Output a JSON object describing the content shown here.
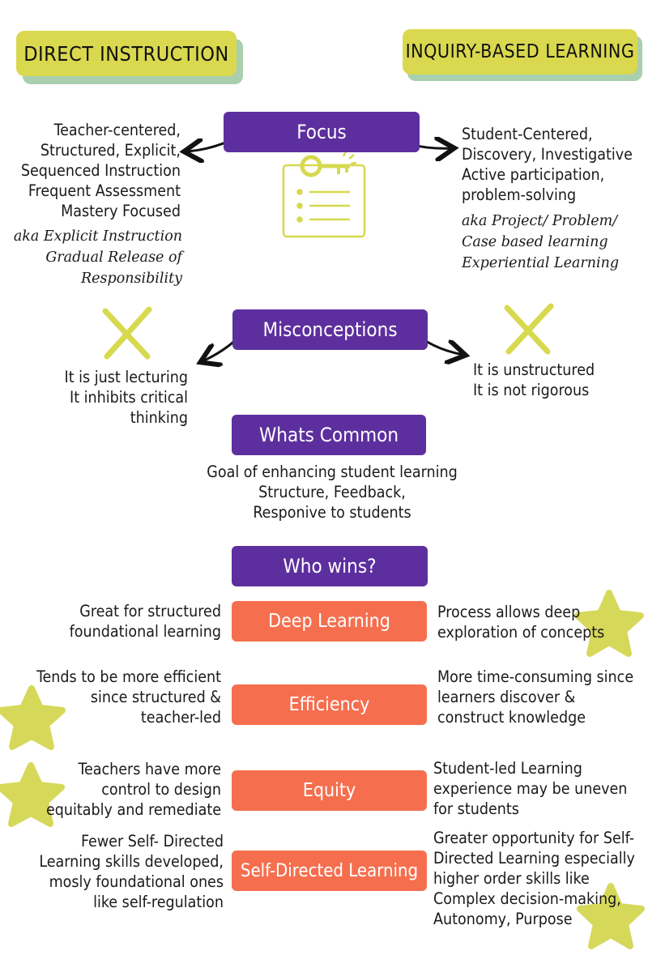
{
  "titles": {
    "left": "DIRECT INSTRUCTION",
    "right": "INQUIRY-BASED LEARNING"
  },
  "sections": {
    "focus": "Focus",
    "misconceptions": "Misconceptions",
    "common": "Whats Common",
    "who_wins": "Who wins?"
  },
  "focus": {
    "left": "Teacher-centered,\nStructured, Explicit,\nSequenced Instruction\nFrequent Assessment\nMastery Focused",
    "left_aka": "aka Explicit Instruction\nGradual Release of\nResponsibility",
    "right": "Student-Centered,\nDiscovery, Investigative\nActive participation,\nproblem-solving",
    "right_aka": "aka Project/ Problem/\nCase based learning\nExperiential Learning"
  },
  "misconceptions": {
    "left": "It is just lecturing\nIt inhibits critical\nthinking",
    "right": "It is unstructured\nIt is not rigorous"
  },
  "common": "Goal of enhancing student learning\nStructure, Feedback,\nResponive to students",
  "criteria": [
    {
      "label": "Deep Learning",
      "left": "Great for structured\nfoundational learning",
      "right": "Process allows deep\nexploration of concepts",
      "winner": "right"
    },
    {
      "label": "Efficiency",
      "left": "Tends to be more efficient\nsince structured &\nteacher-led",
      "right": "More time-consuming since\nlearners discover &\nconstruct knowledge",
      "winner": "left"
    },
    {
      "label": "Equity",
      "left": "Teachers have more\ncontrol to design\nequitably and remediate",
      "right": "Student-led Learning\nexperience may be uneven\nfor students",
      "winner": "left"
    },
    {
      "label": "Self-Directed Learning",
      "left": "Fewer Self- Directed\nLearning skills developed,\nmosly foundational ones\nlike self-regulation",
      "right": "Greater opportunity for Self-\nDirected Learning especially\nhigher order skills like\nComplex decision-making,\nAutonomy, Purpose",
      "winner": "right"
    }
  ],
  "colors": {
    "title_fill": "#d9d84f",
    "title_shadow": "#a9cfae",
    "section_fill": "#5d2f9e",
    "criteria_fill": "#f56f4f",
    "star": "#d6d85a",
    "cross": "#d7d94f"
  },
  "icons": {
    "focus": "key-checklist-icon",
    "misconception_marks": "cross-icon",
    "winner_marks": "star-icon"
  }
}
